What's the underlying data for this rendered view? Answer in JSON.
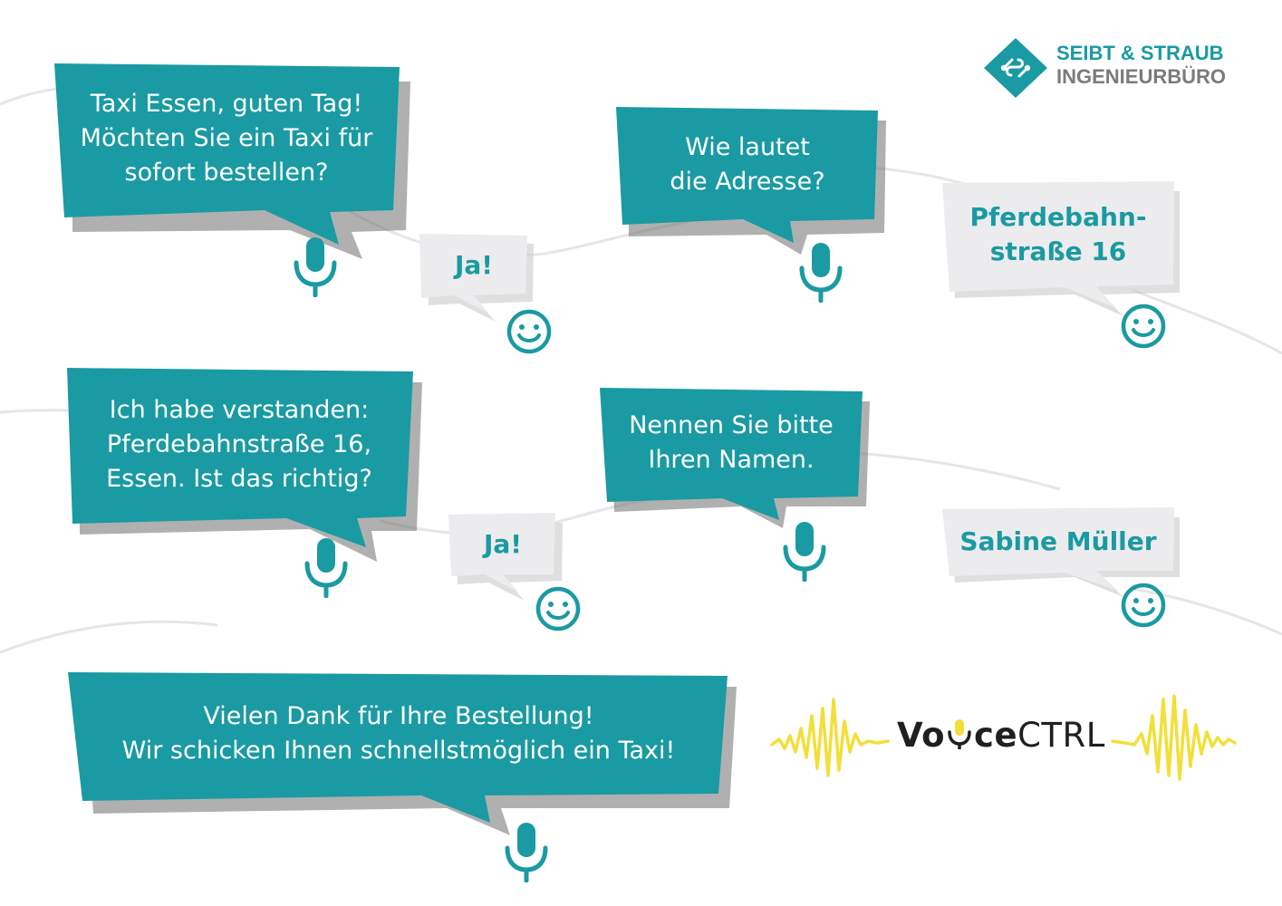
{
  "colors": {
    "teal": "#1a9aa2",
    "light_bubble": "#ececee",
    "yellow": "#f2df3a"
  },
  "logo": {
    "line1": "SEIBT & STRAUB",
    "line2": "INGENIEURBÜRO"
  },
  "brand": {
    "voice_prefix": "Vo",
    "voice_suffix": "ce",
    "voice_ctrl": "CTRL"
  },
  "dialog": [
    {
      "speaker": "system",
      "text": "Taxi Essen, guten Tag!\nMöchten Sie ein Taxi für\nsofort bestellen?",
      "icon": "microphone-icon"
    },
    {
      "speaker": "user",
      "text": "Ja!",
      "icon": "smiley-icon"
    },
    {
      "speaker": "system",
      "text": "Wie lautet\ndie Adresse?",
      "icon": "microphone-icon"
    },
    {
      "speaker": "user",
      "text": "Pferdebahn-\nstraße 16",
      "icon": "smiley-icon"
    },
    {
      "speaker": "system",
      "text": "Ich habe verstanden:\nPferdebahnstraße 16,\nEssen. Ist das richtig?",
      "icon": "microphone-icon"
    },
    {
      "speaker": "user",
      "text": "Ja!",
      "icon": "smiley-icon"
    },
    {
      "speaker": "system",
      "text": "Nennen Sie bitte\nIhren Namen.",
      "icon": "microphone-icon"
    },
    {
      "speaker": "user",
      "text": "Sabine Müller",
      "icon": "smiley-icon"
    },
    {
      "speaker": "system",
      "text": "Vielen Dank für Ihre Bestellung!\nWir schicken Ihnen schnellstmöglich ein Taxi!",
      "icon": "microphone-icon"
    }
  ]
}
